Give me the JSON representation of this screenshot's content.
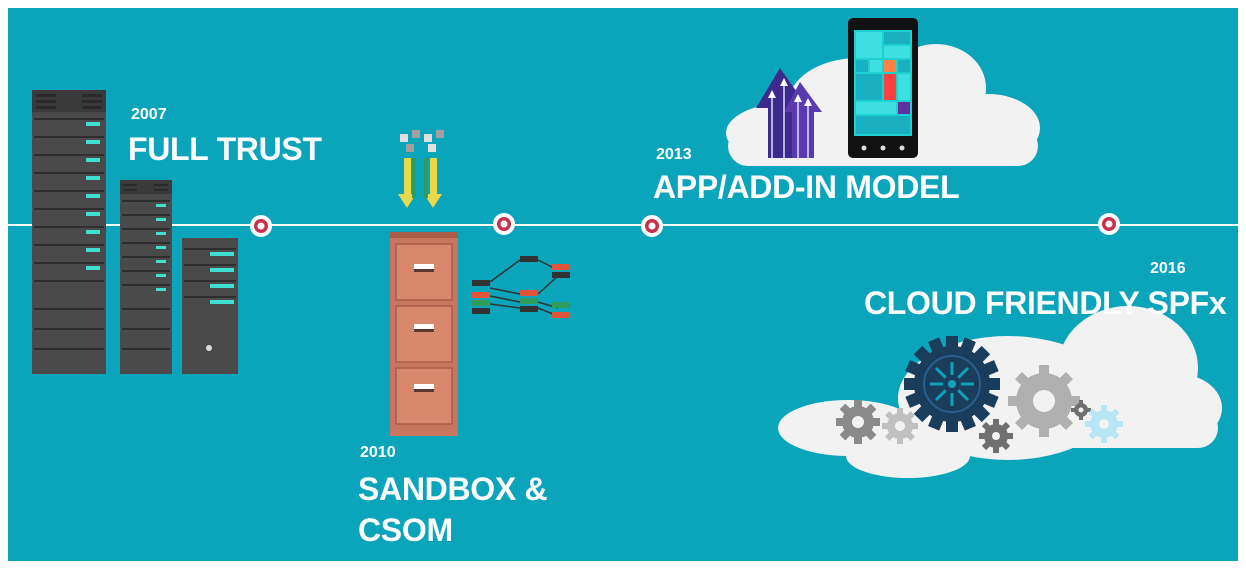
{
  "milestones": [
    {
      "year": "2007",
      "title": "FULL TRUST"
    },
    {
      "year": "2010",
      "title_line1": "SANDBOX &",
      "title_line2": "CSOM"
    },
    {
      "year": "2013",
      "title": "APP/ADD-IN MODEL"
    },
    {
      "year": "2016",
      "title": "CLOUD FRIENDLY SPFx"
    }
  ],
  "colors": {
    "background": "#0aa5bb",
    "timeline": "#ffffff",
    "marker_ring": "#c8324e",
    "server_body": "#4a4a4a",
    "server_led": "#3fe0d0",
    "cabinet": "#c9765e",
    "gear_dark": "#1a3d5c",
    "gear_gray": "#8a8a8a",
    "gear_light": "#b9e6f5",
    "arrow_purple": "#3c2a8c"
  },
  "icons": [
    "server-rack-icon",
    "file-cabinet-icon",
    "network-nodes-icon",
    "download-arrows-icon",
    "upload-arrows-icon",
    "phone-icon",
    "cloud-icon",
    "gears-icon"
  ]
}
